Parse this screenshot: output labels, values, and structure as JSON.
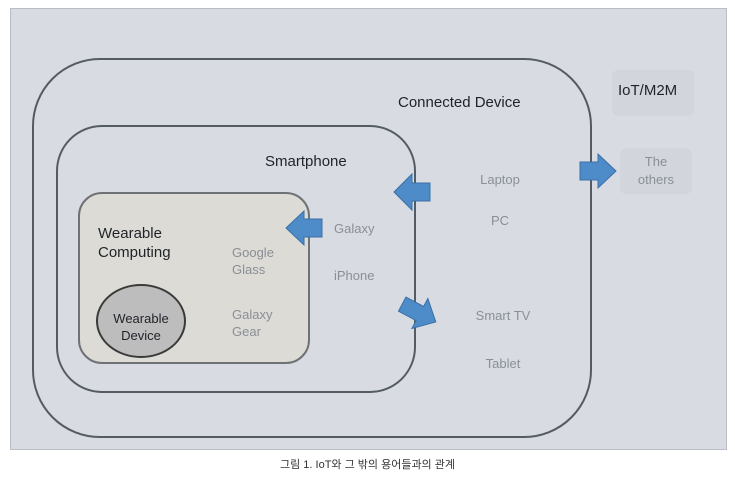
{
  "labels": {
    "iot_m2m": "IoT/M2M",
    "connected_device": "Connected Device",
    "smartphone": "Smartphone",
    "wearable_computing_1": "Wearable",
    "wearable_computing_2": "Computing",
    "wearable_device_1": "Wearable",
    "wearable_device_2": "Device",
    "the_others_1": "The",
    "the_others_2": "others",
    "laptop": "Laptop",
    "pc": "PC",
    "smart_tv": "Smart TV",
    "tablet": "Tablet",
    "galaxy": "Galaxy",
    "iphone": "iPhone",
    "google_glass_1": "Google",
    "google_glass_2": "Glass",
    "galaxy_gear_1": "Galaxy",
    "galaxy_gear_2": "Gear"
  },
  "caption": "그림 1. IoT와 그 밖의 용어들과의 관계",
  "colors": {
    "arrow_fill": "#4e8bc9",
    "arrow_stroke": "#3a6fa6"
  },
  "icons": [
    "arrow-right-icon",
    "arrow-left-icon",
    "arrow-left-icon",
    "arrow-down-right-icon"
  ]
}
